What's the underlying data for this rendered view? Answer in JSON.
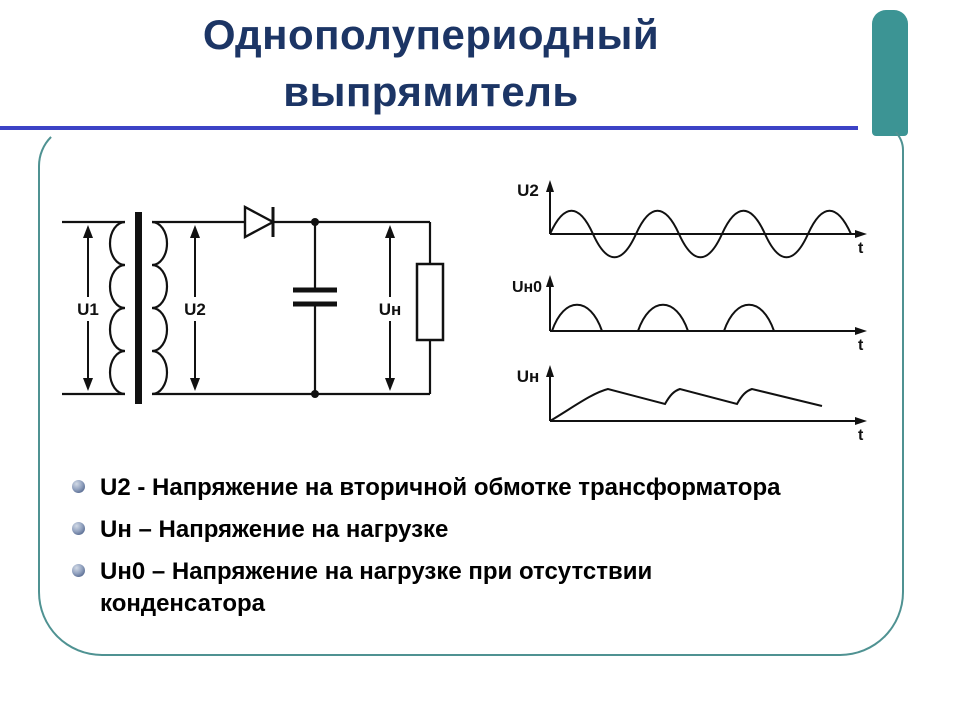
{
  "title": {
    "line1": "Однополупериодный",
    "line2": "выпрямитель"
  },
  "colors": {
    "title_text": "#1c3565",
    "title_underline": "#3c42c6",
    "teal_accent": "#3c9494",
    "frame_border": "#4f9292",
    "diagram_ink": "#111111"
  },
  "circuit": {
    "primary_label": "U1",
    "secondary_label": "U2",
    "load_label": "Uн",
    "components": [
      "transformer",
      "diode",
      "capacitor",
      "load-resistor"
    ]
  },
  "waveforms": [
    {
      "label": "U2",
      "t": "t",
      "shape": "sine"
    },
    {
      "label": "Uн0",
      "t": "t",
      "shape": "half-wave rectified humps"
    },
    {
      "label": "Uн",
      "t": "t",
      "shape": "capacitor-smoothed ripple"
    }
  ],
  "bullets": [
    "U2 - Напряжение на вторичной обмотке трансформатора",
    "Uн – Напряжение на нагрузке",
    "Uн0 – Напряжение на нагрузке при отсутствии конденсатора"
  ]
}
